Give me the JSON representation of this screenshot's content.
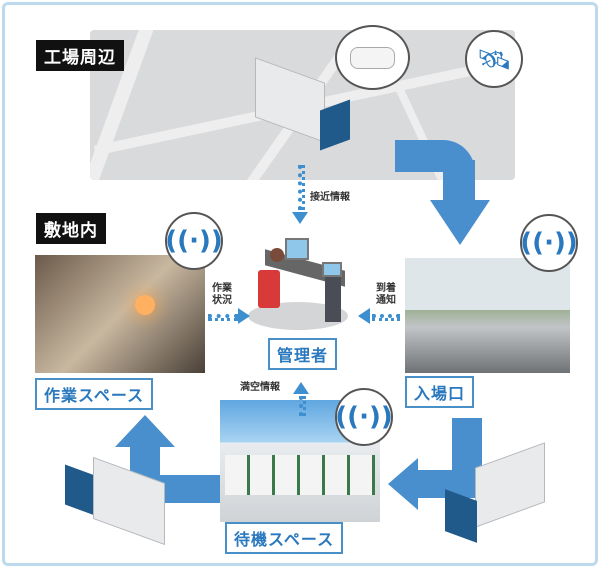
{
  "zones": {
    "outside": "工場周辺",
    "inside": "敷地内"
  },
  "flows": {
    "approach": "接近情報",
    "work_status": "作業状況",
    "arrival": "到着通知",
    "vacancy": "満空情報"
  },
  "nodes": {
    "manager": "管理者",
    "work_space": "作業スペース",
    "entrance": "入場口",
    "waiting_space": "待機スペース"
  },
  "colors": {
    "accent": "#4a8fcd",
    "label_text": "#2a78bd",
    "frame": "#bcd9ee"
  }
}
